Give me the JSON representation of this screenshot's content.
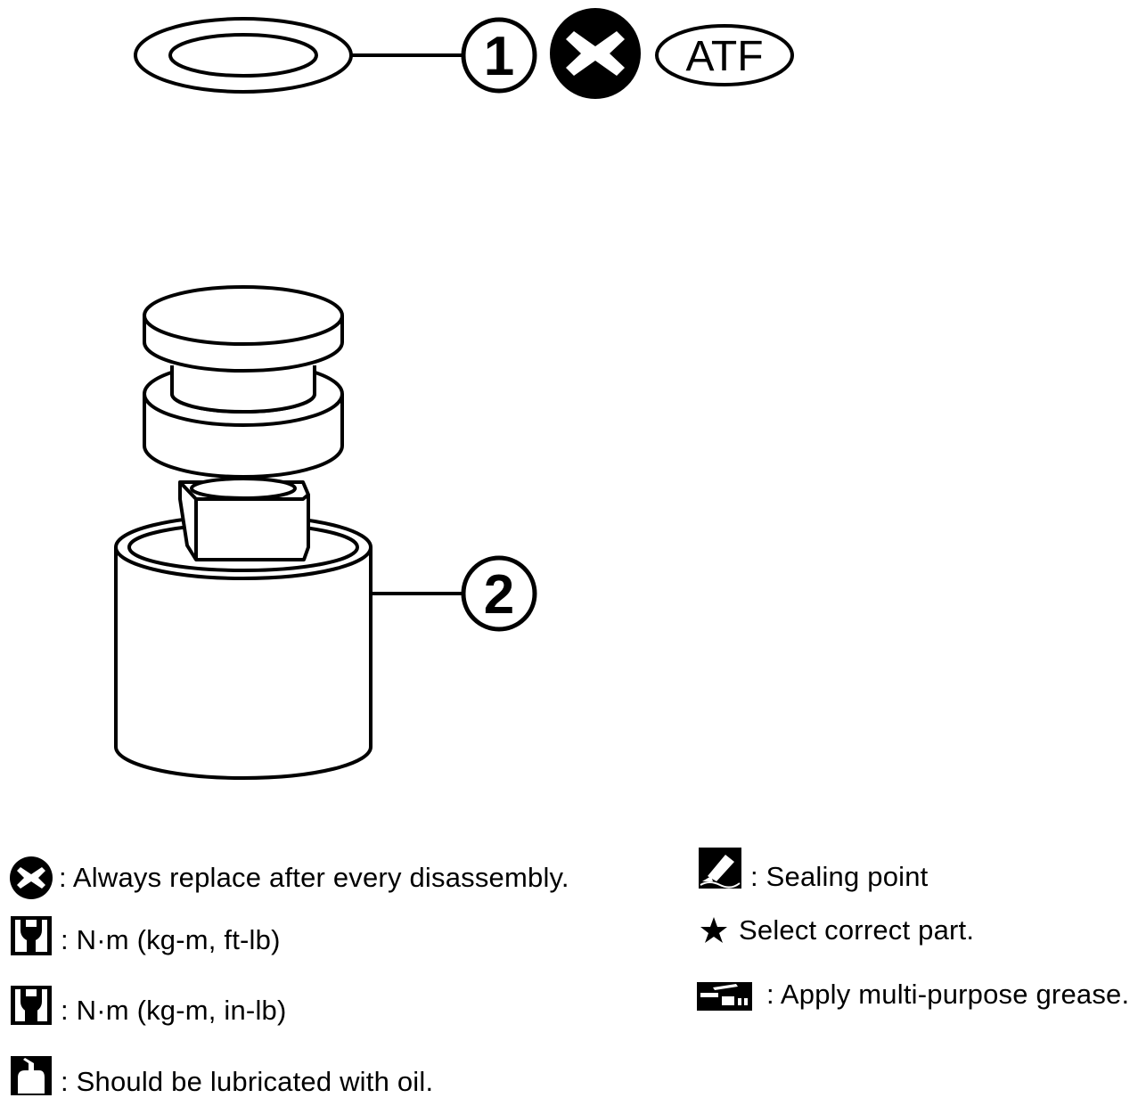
{
  "callouts": [
    {
      "id": "1",
      "label": "1"
    },
    {
      "id": "2",
      "label": "2"
    }
  ],
  "atf_label": "ATF",
  "legend": {
    "replace": ": Always replace after every disassembly.",
    "torque_ftlb": ": N·m (kg-m, ft-lb)",
    "torque_inlb": ": N·m (kg-m, in-lb)",
    "oil": ": Should be lubricated with oil.",
    "sealing": ": Sealing point",
    "select": "Select correct part.",
    "grease": ": Apply multi-purpose grease."
  },
  "colors": {
    "ink": "#000000",
    "paper": "#ffffff"
  },
  "icons": [
    "replace-x-icon",
    "torque-wrench-icon",
    "torque-wrench-filled-icon",
    "oil-can-icon",
    "sealant-tube-icon",
    "star-icon",
    "grease-gun-icon"
  ]
}
